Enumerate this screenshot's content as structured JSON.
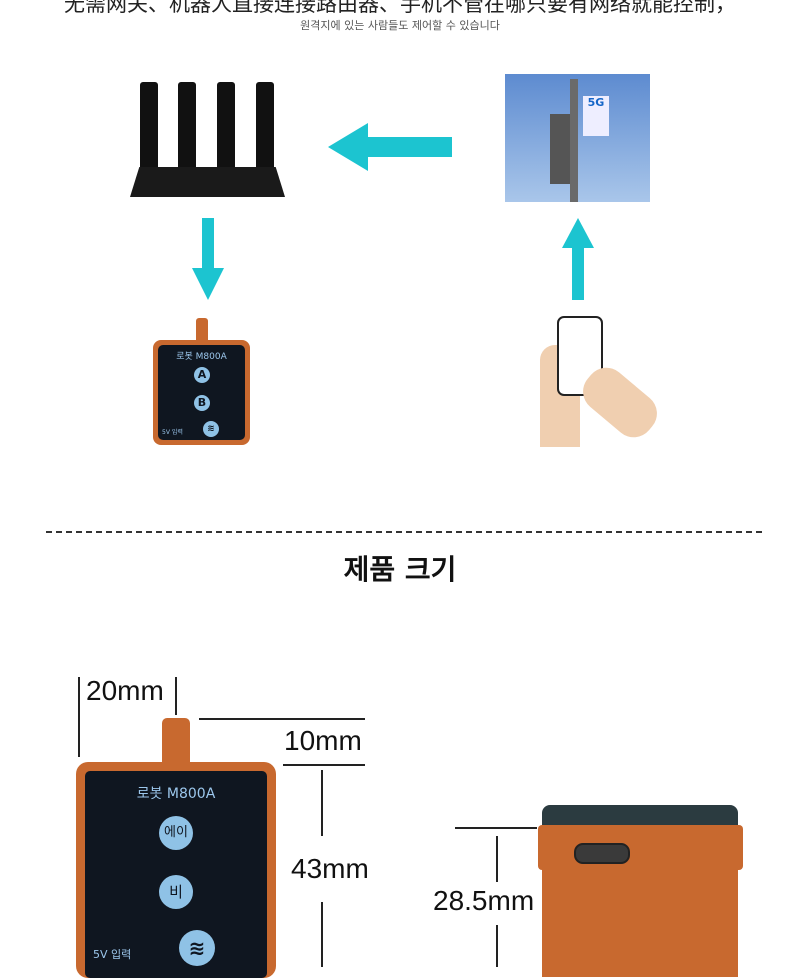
{
  "header": {
    "chinese_text": "无需网关、机器人直接连接路由器、手机不管在哪只要有网络就能控制，",
    "korean_text": "원격지에 있는 사람들도 제어할 수 있습니다"
  },
  "device": {
    "name": "로봇 M800A",
    "button_a": "A",
    "button_b": "B",
    "power_label": "5V 입력"
  },
  "tower": {
    "label": "5G"
  },
  "section": {
    "title": "제품 크기"
  },
  "size_device": {
    "name": "로봇 M800A",
    "button_a": "에이",
    "button_b": "비",
    "power_label": "5V 입력"
  },
  "dimensions": {
    "width_tab": "20mm",
    "tab_height": "10mm",
    "height": "43mm",
    "depth": "28.5mm"
  },
  "colors": {
    "arrow": "#1cc4d0",
    "case": "#c8692f",
    "panel": "#0f1620"
  }
}
